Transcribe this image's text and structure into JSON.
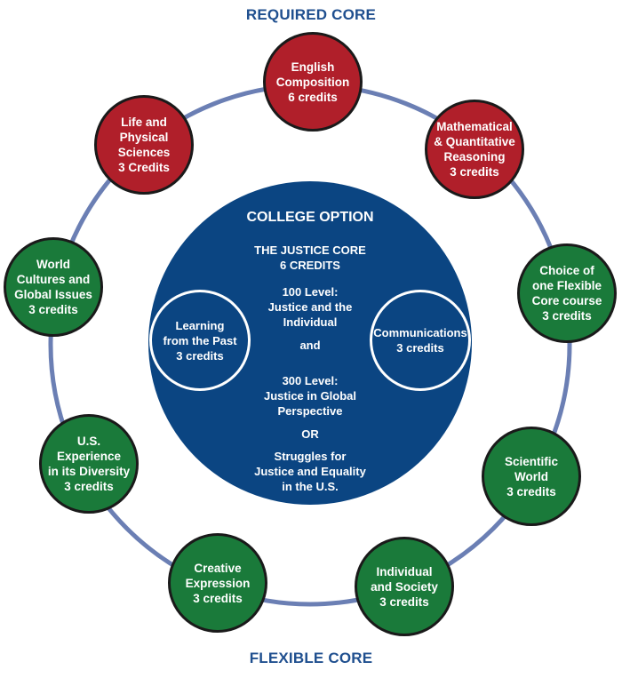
{
  "header": {
    "title": "REQUIRED CORE"
  },
  "footer": {
    "title": "FLEXIBLE CORE"
  },
  "colors": {
    "required": "#b01f2a",
    "flexible": "#1a7a3a",
    "center": "#0b4582",
    "ring": "#6b7fb4",
    "heading": "#1f4f8f"
  },
  "required_core": [
    {
      "name": "English Composition",
      "text": "English\nComposition\n6 credits"
    },
    {
      "name": "Mathematical & Quantitative Reasoning",
      "text": "Mathematical\n& Quantitative\nReasoning\n3 credits"
    },
    {
      "name": "Life and Physical Sciences",
      "text": "Life and\nPhysical\nSciences\n3 Credits"
    }
  ],
  "flexible_core": [
    {
      "name": "World Cultures and Global Issues",
      "text": "World\nCultures and\nGlobal Issues\n3 credits"
    },
    {
      "name": "Choice of one Flexible Core course",
      "text": "Choice of\none Flexible\nCore course\n3 credits"
    },
    {
      "name": "U.S. Experience in its Diversity",
      "text": "U.S.\nExperience\nin its Diversity\n3 credits"
    },
    {
      "name": "Scientific World",
      "text": "Scientific\nWorld\n3 credits"
    },
    {
      "name": "Creative Expression",
      "text": "Creative\nExpression\n3 credits"
    },
    {
      "name": "Individual and Society",
      "text": "Individual\nand Society\n3 credits"
    }
  ],
  "college_option": {
    "title": "COLLEGE OPTION",
    "subtitle": "THE JUSTICE CORE\n6 CREDITS",
    "level100": "100 Level:\nJustice and the\nIndividual",
    "and": "and",
    "level300": "300 Level:\nJustice in Global\nPerspective",
    "or": "OR",
    "struggles": "Struggles  for\nJustice and Equality\nin the U.S.",
    "learning": "Learning\nfrom the Past\n3 credits",
    "communications": "Communications\n3 credits"
  }
}
